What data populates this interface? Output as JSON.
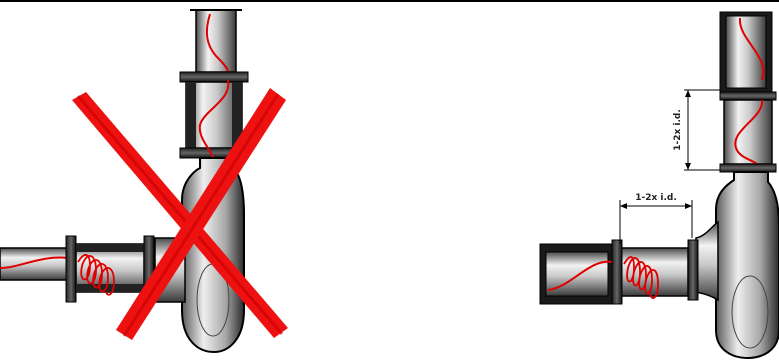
{
  "left_panel": {
    "state": "incorrect"
  },
  "right_panel": {
    "state": "correct",
    "vertical_spacing_label": "1-2x i.d.",
    "horizontal_spacing_label": "1-2x i.d."
  },
  "colors": {
    "line": "#000000",
    "pipe_metal": "#9b9b9b",
    "pipe_dark": "#1c1c1c",
    "flow_wave": "#e10000",
    "cross_mark": "#ee1111"
  }
}
